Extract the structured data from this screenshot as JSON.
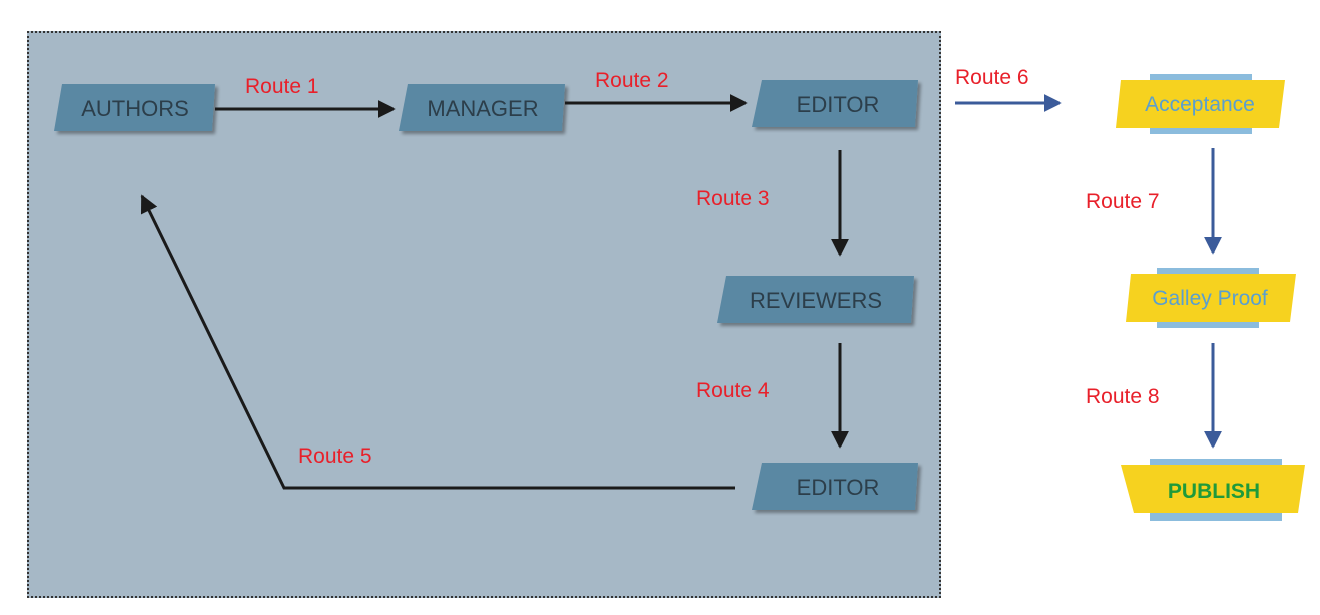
{
  "nodes": {
    "authors": "AUTHORS",
    "manager": "MANAGER",
    "editor_top": "EDITOR",
    "reviewers": "REVIEWERS",
    "editor_bottom": "EDITOR",
    "acceptance": "Acceptance",
    "galley_proof": "Galley Proof",
    "publish": "PUBLISH"
  },
  "routes": {
    "r1": "Route 1",
    "r2": "Route 2",
    "r3": "Route 3",
    "r4": "Route 4",
    "r5": "Route 5",
    "r6": "Route 6",
    "r7": "Route 7",
    "r8": "Route 8"
  },
  "colors": {
    "panel_background": "#a6b8c6",
    "blue_node": "#5a88a3",
    "yellow_node": "#f6d21f",
    "route_text": "#e8202a",
    "dark_arrow": "#1a1a1a",
    "blue_arrow": "#3b5b9a",
    "publish_text": "#1f9a3a"
  }
}
